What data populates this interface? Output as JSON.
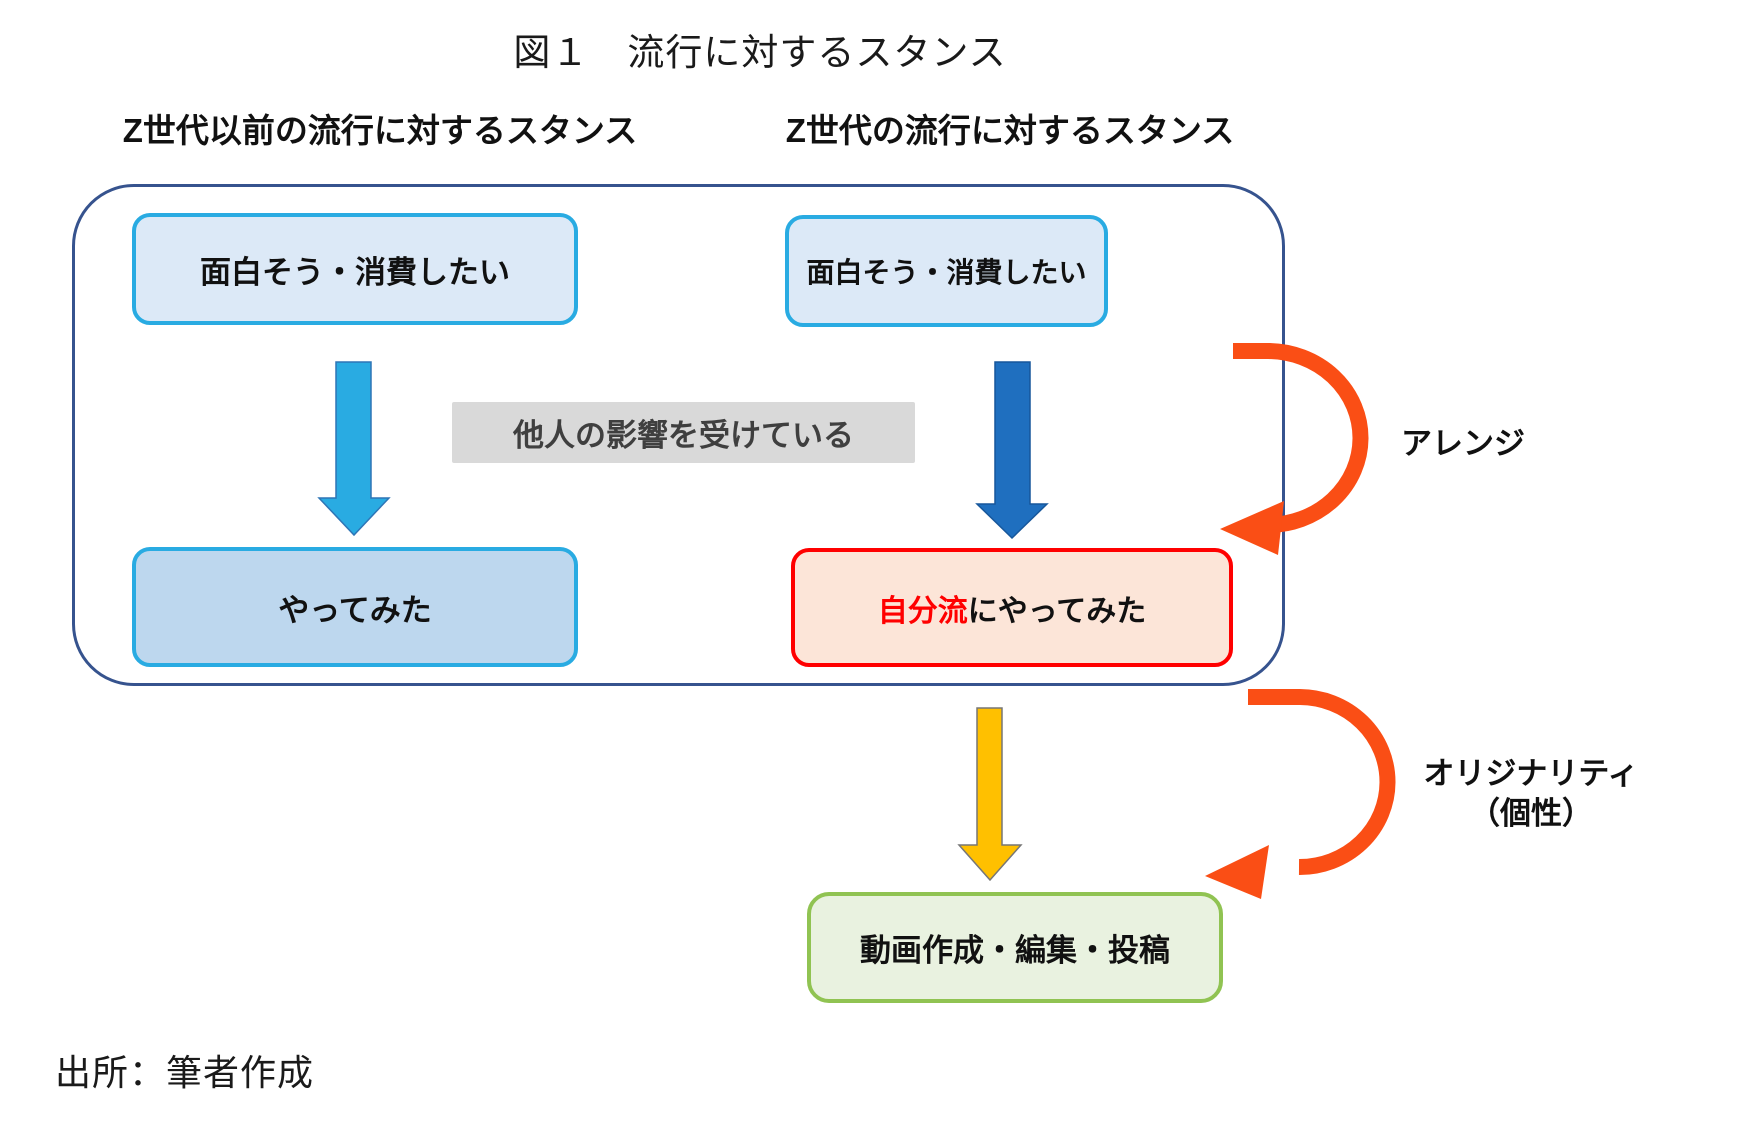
{
  "figure": {
    "title": "図１　流行に対するスタンス",
    "source_note": "出所：筆者作成"
  },
  "columns": {
    "left_header": "Z世代以前の流行に対するスタンス",
    "right_header": "Z世代の流行に対するスタンス"
  },
  "boxes": {
    "left_top": "面白そう・消費したい",
    "right_top": "面白そう・消費したい",
    "left_bottom": "やってみた",
    "right_bottom_highlight": "自分流",
    "right_bottom_rest": "にやってみた",
    "middle_note": "他人の影響を受けている",
    "output": "動画作成・編集・投稿"
  },
  "arrow_labels": {
    "arrange": "アレンジ",
    "originality_line1": "オリジナリティ",
    "originality_line2": "（個性）"
  },
  "colors": {
    "frame_border": "#36538E",
    "light_blue_fill": "#DCE9F7",
    "cyan_border": "#29ABE2",
    "blue_fill": "#BDD7EE",
    "dark_blue_arrow": "#1F6FBF",
    "red_border": "#FF0000",
    "peach_fill": "#FCE5D8",
    "gray_fill": "#D9D9D9",
    "gray_text": "#3F3F3F",
    "orange_arrow": "#FA4E15",
    "yellow_arrow": "#FFC000",
    "green_border": "#90C352",
    "green_fill": "#E9F2E0"
  }
}
